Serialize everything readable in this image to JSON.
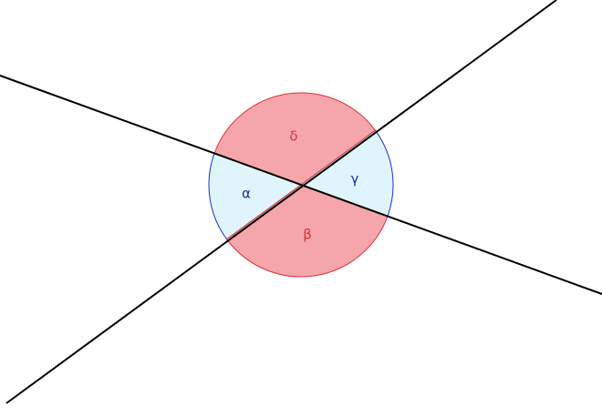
{
  "diagram": {
    "angles": {
      "alpha": {
        "label": "α",
        "fill": "#e0f5fb",
        "stroke": "#1a2fd0",
        "text_color": "#1a2fa6"
      },
      "beta": {
        "label": "β",
        "fill": "#f4a6ab",
        "stroke": "#e0303a",
        "text_color": "#e0303a"
      },
      "gamma": {
        "label": "γ",
        "fill": "#e0f5fb",
        "stroke": "#1a2fd0",
        "text_color": "#1a2fa6"
      },
      "delta": {
        "label": "δ",
        "fill": "#f4a6ab",
        "stroke": "#e0303a",
        "text_color": "#e0303a"
      }
    },
    "line_color": "#000000"
  }
}
